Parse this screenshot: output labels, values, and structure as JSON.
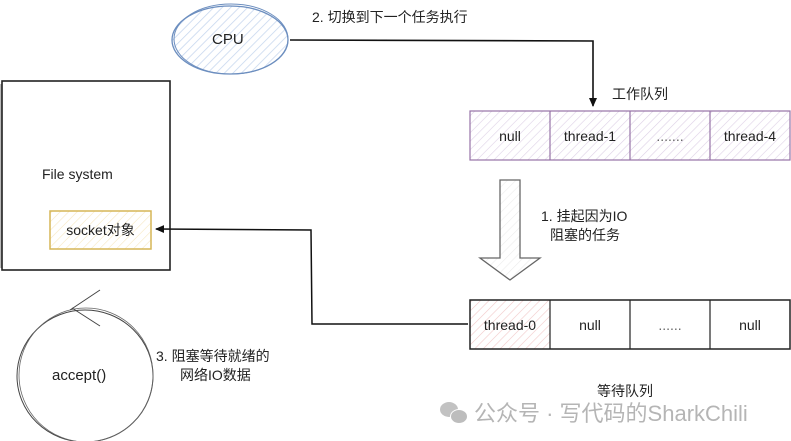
{
  "diagram": {
    "cpu": {
      "label": "CPU",
      "fill": "#dce8f7",
      "stroke": "#6c8ebf"
    },
    "switch_label": "2. 切换到下一个任务执行",
    "work_queue": {
      "title": "工作队列",
      "cells": [
        "null",
        "thread-1",
        ".......",
        "thread-4"
      ],
      "fill": "#e9e0ef",
      "stroke": "#9673a6"
    },
    "file_system": {
      "label": "File system",
      "socket": {
        "label": "socket对象",
        "fill": "#fdf3dc",
        "stroke": "#d6b656"
      }
    },
    "suspend_label": [
      "1. 挂起因为IO",
      "阻塞的任务"
    ],
    "wait_queue": {
      "title": "等待队列",
      "cells": [
        "thread-0",
        "null",
        "......",
        "null"
      ],
      "highlight_fill": "#f8dede",
      "stroke": "#333333"
    },
    "accept": {
      "label": "accept()"
    },
    "blocking_label": [
      "3. 阻塞等待就绪的",
      "网络IO数据"
    ],
    "watermark": "公众号 · 写代码的SharkChili"
  }
}
